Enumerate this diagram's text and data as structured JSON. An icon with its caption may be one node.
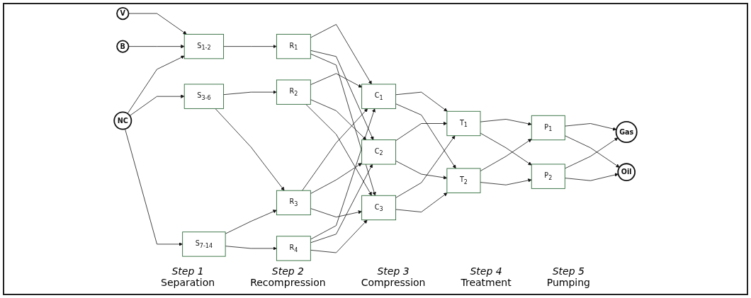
{
  "diagram": {
    "nodes": [
      {
        "text": [
          "NC"
        ]
      },
      {
        "text": [
          "V"
        ]
      },
      {
        "text": [
          "B"
        ]
      },
      {
        "text": [
          "S$_{1-2}$"
        ]
      },
      {
        "text": [
          "S$_{3-6}$"
        ]
      },
      {
        "text": [
          "S$_{7-14}$"
        ]
      },
      {
        "text": [
          "R$_{1}$"
        ]
      },
      {
        "text": [
          "R$_{2}$"
        ]
      },
      {
        "text": [
          "R$_{3}$"
        ]
      },
      {
        "text": [
          "R$_{4}$"
        ]
      },
      {
        "text": [
          "C$_{1}$"
        ]
      },
      {
        "text": [
          "C$_{2}$"
        ]
      },
      {
        "text": [
          "C$_{3}$"
        ]
      },
      {
        "text": [
          "T$_{1}$"
        ]
      },
      {
        "text": [
          "T$_{2}$"
        ]
      },
      {
        "text": [
          "P$_{1}$"
        ]
      },
      {
        "text": [
          "P$_{2}$"
        ]
      },
      {
        "text": [
          "Gas"
        ]
      },
      {
        "text": [
          "Oil"
        ]
      }
    ],
    "edges": [
      {
        "from": 0,
        "to": 3,
        "arrow": "to"
      },
      {
        "from": 0,
        "to": 4,
        "arrow": "to"
      },
      {
        "from": 0,
        "to": 5,
        "arrow": "to"
      },
      {
        "from": 1,
        "to": 3,
        "arrow": "to"
      },
      {
        "from": 2,
        "to": 3,
        "arrow": "to"
      },
      {
        "from": 3,
        "to": 6,
        "arrow": "to"
      },
      {
        "from": 4,
        "to": 7,
        "arrow": "to"
      },
      {
        "from": 4,
        "to": 8,
        "arrow": "to"
      },
      {
        "from": 5,
        "to": 8,
        "arrow": "to"
      },
      {
        "from": 5,
        "to": 9,
        "arrow": "to"
      },
      {
        "from": 6,
        "to": 10,
        "arrow": "to"
      },
      {
        "from": 6,
        "to": 11,
        "arrow": "to"
      },
      {
        "from": 6,
        "to": 12,
        "arrow": "to"
      },
      {
        "from": 7,
        "to": 10,
        "arrow": "to"
      },
      {
        "from": 7,
        "to": 11,
        "arrow": "to"
      },
      {
        "from": 7,
        "to": 12,
        "arrow": "to"
      },
      {
        "from": 8,
        "to": 10,
        "arrow": "to"
      },
      {
        "from": 8,
        "to": 11,
        "arrow": "to"
      },
      {
        "from": 8,
        "to": 12,
        "arrow": "to"
      },
      {
        "from": 9,
        "to": 10,
        "arrow": "to"
      },
      {
        "from": 9,
        "to": 11,
        "arrow": "to"
      },
      {
        "from": 9,
        "to": 12,
        "arrow": "to"
      },
      {
        "from": 10,
        "to": 13,
        "arrow": "to"
      },
      {
        "from": 10,
        "to": 14,
        "arrow": "to"
      },
      {
        "from": 11,
        "to": 13,
        "arrow": "to"
      },
      {
        "from": 11,
        "to": 14,
        "arrow": "to"
      },
      {
        "from": 12,
        "to": 13,
        "arrow": "to"
      },
      {
        "from": 12,
        "to": 14,
        "arrow": "to"
      },
      {
        "from": 13,
        "to": 15,
        "arrow": "to"
      },
      {
        "from": 13,
        "to": 16,
        "arrow": "to"
      },
      {
        "from": 14,
        "to": 15,
        "arrow": "to"
      },
      {
        "from": 14,
        "to": 16,
        "arrow": "to"
      },
      {
        "from": 15,
        "to": 17,
        "arrow": "to"
      },
      {
        "from": 15,
        "to": 18,
        "arrow": "to"
      },
      {
        "from": 16,
        "to": 17,
        "arrow": "to"
      },
      {
        "from": 16,
        "to": 18,
        "arrow": "to"
      }
    ],
    "labels": [
      "Step 1",
      "Separation",
      "Step 2",
      "Recompression",
      "Step 3",
      "Compression",
      "Step 4",
      "Treatment",
      "Step 5",
      "Pumping"
    ]
  }
}
